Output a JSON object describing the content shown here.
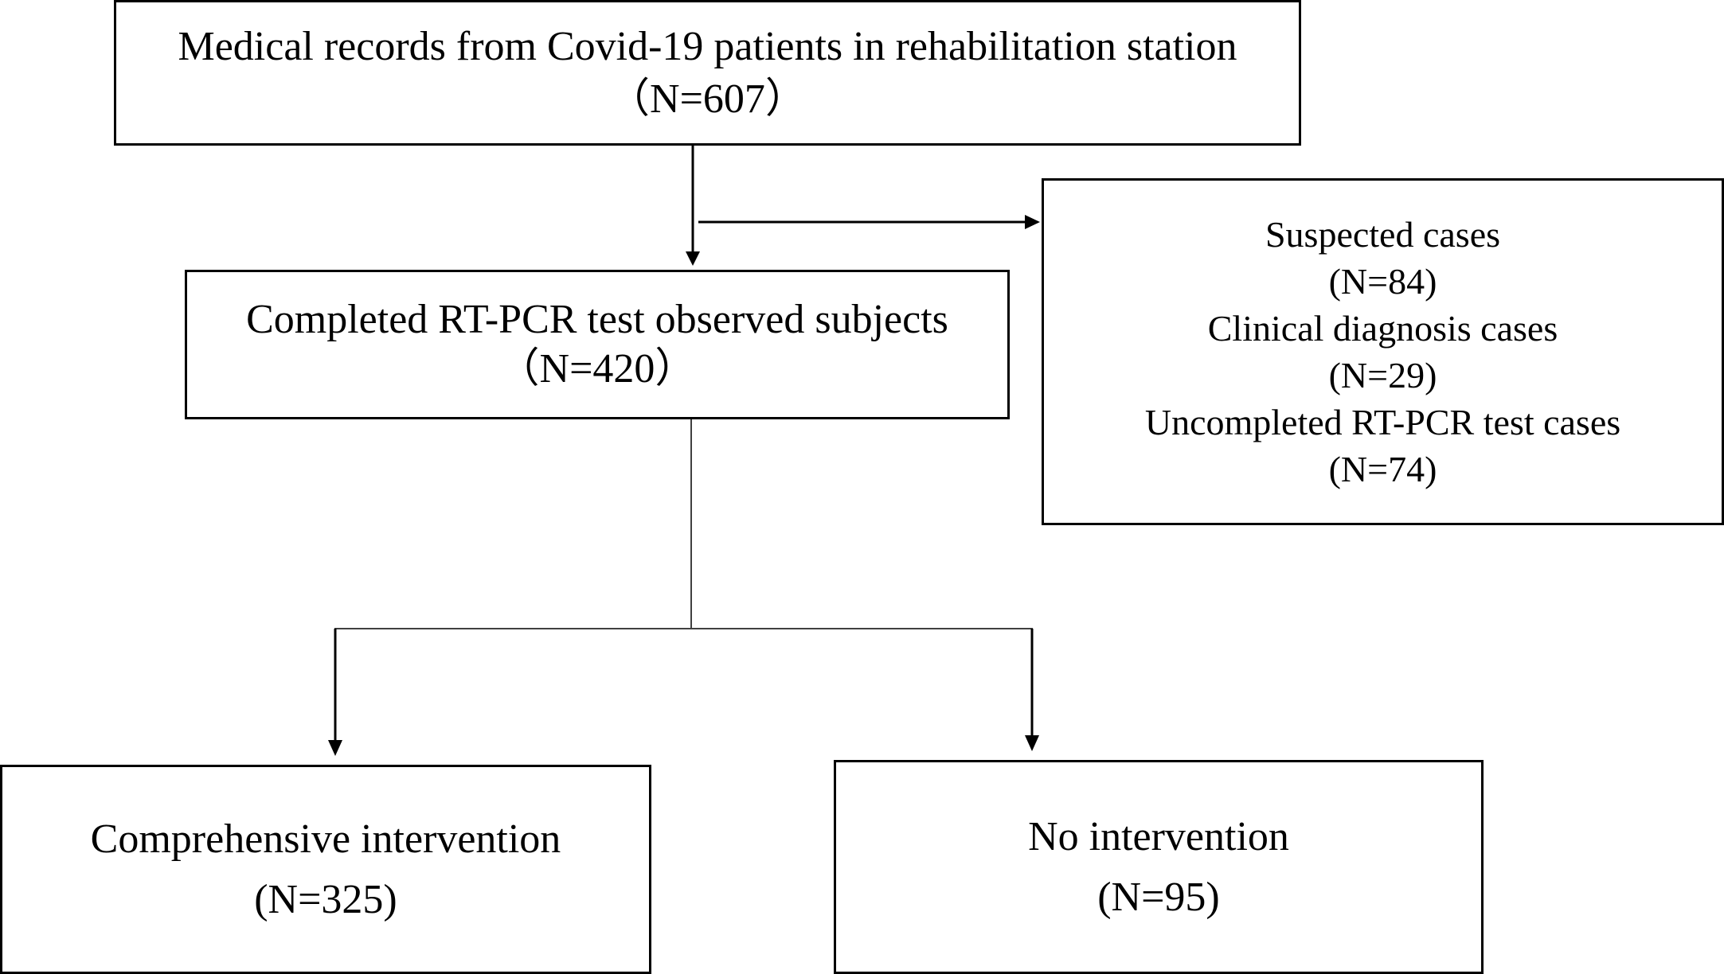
{
  "nodes": {
    "source": {
      "label": "Medical records from Covid-19 patients in rehabilitation station",
      "count": "（N=607）"
    },
    "completed": {
      "label": "Completed  RT-PCR test observed subjects",
      "count": "（N=420）"
    },
    "excluded": {
      "lines": [
        {
          "label": "Suspected cases",
          "count": "(N=84)"
        },
        {
          "label": "Clinical diagnosis cases",
          "count": "(N=29)"
        },
        {
          "label": "Uncompleted  RT-PCR test cases",
          "count": "(N=74)"
        }
      ]
    },
    "comprehensive": {
      "label": "Comprehensive intervention",
      "count": "(N=325)"
    },
    "no_intervention": {
      "label": "No intervention",
      "count": "(N=95)"
    }
  },
  "colors": {
    "stroke": "#000000",
    "background": "#ffffff"
  }
}
